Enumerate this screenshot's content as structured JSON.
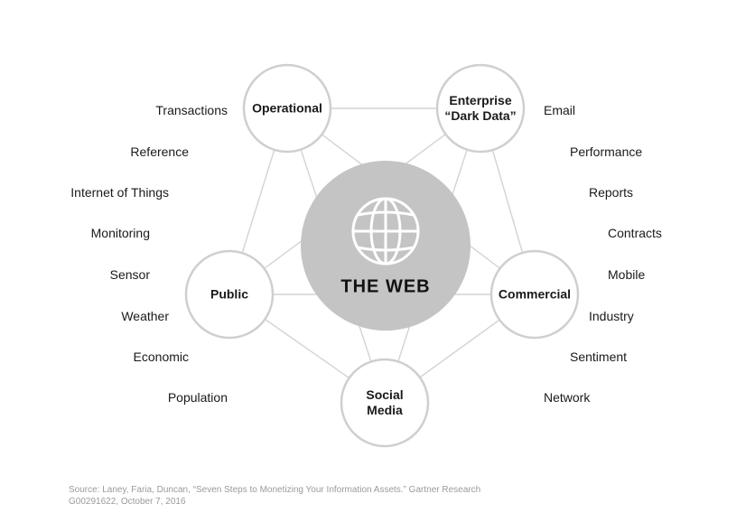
{
  "center": {
    "title": "THE WEB",
    "icon": "globe-icon"
  },
  "nodes": {
    "operational": "Operational",
    "enterprise_line1": "Enterprise",
    "enterprise_line2": "“Dark Data”",
    "public": "Public",
    "commercial": "Commercial",
    "social_line1": "Social",
    "social_line2": "Media"
  },
  "left_labels": [
    "Transactions",
    "Reference",
    "Internet of Things",
    "Monitoring",
    "Sensor",
    "Weather",
    "Economic",
    "Population"
  ],
  "right_labels": [
    "Email",
    "Performance",
    "Reports",
    "Contracts",
    "Mobile",
    "Industry",
    "Sentiment",
    "Network"
  ],
  "source": "Source: Laney, Faria, Duncan, “Seven Steps to Monetizing Your Information Assets.” Gartner Research G00291622, October 7, 2016",
  "colors": {
    "center_fill": "#c4c4c4",
    "node_stroke": "#cfcfcf",
    "line": "#d0d0d0"
  }
}
